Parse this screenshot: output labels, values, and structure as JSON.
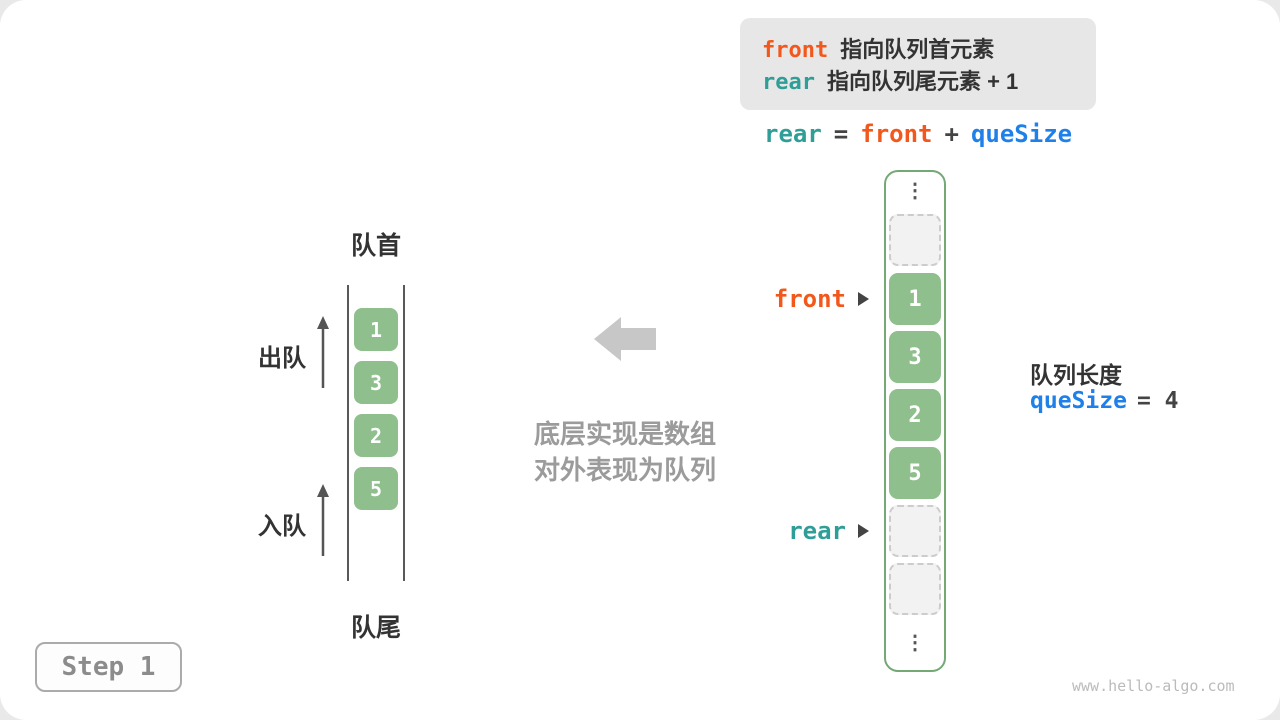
{
  "page": {
    "step_label": "Step 1",
    "watermark": "www.hello-algo.com"
  },
  "legend": {
    "front_token": "front",
    "front_desc": "指向队列首元素",
    "rear_token": "rear",
    "rear_desc": "指向队列尾元素 + 1"
  },
  "formula": {
    "rear": "rear",
    "equals": "=",
    "front": "front",
    "plus": "+",
    "quesize": "queSize"
  },
  "queue": {
    "head_label": "队首",
    "tail_label": "队尾",
    "dequeue_label": "出队",
    "enqueue_label": "入队",
    "values": [
      "1",
      "3",
      "2",
      "5"
    ]
  },
  "caption": {
    "line1": "底层实现是数组",
    "line2": "对外表现为队列"
  },
  "array": {
    "ellipsis": "⋮",
    "front_label": "front",
    "rear_label": "rear",
    "values": [
      "1",
      "3",
      "2",
      "5"
    ]
  },
  "info": {
    "length_label": "队列长度",
    "quesize_token": "queSize",
    "quesize_suffix": "= 4"
  },
  "colors": {
    "front_orange": "#f2581c",
    "rear_teal": "#2e9e97",
    "quesize_blue": "#1e80e8",
    "cell_green": "#8fbf8c",
    "legend_bg": "#e7e7e7",
    "muted_gray": "#9b9b9b"
  }
}
